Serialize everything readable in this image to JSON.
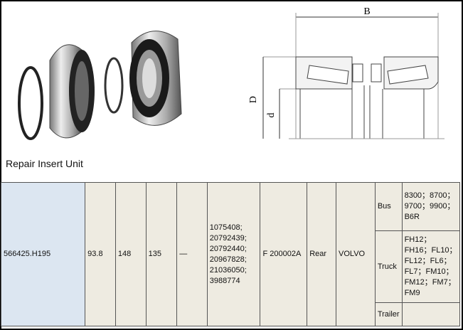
{
  "caption": "Repair Insert Unit",
  "drawing": {
    "label_B": "B",
    "label_D": "D",
    "label_d": "d"
  },
  "row": {
    "part_number": "566425.H195",
    "d": "93.8",
    "D": "148",
    "B": "135",
    "dash": "—",
    "oe_numbers": [
      "1075408;",
      "20792439;",
      "20792440;",
      "20967828;",
      "21036050;",
      "3988774"
    ],
    "cross_ref": "F 200002A",
    "position": "Rear",
    "make": "VOLVO",
    "applications": [
      {
        "type": "Bus",
        "models": "8300；8700；9700；9900；B6R"
      },
      {
        "type": "Truck",
        "models": "FH12；FH16；FL10；FL12；FL6；FL7；FM10；FM12；FM7；FM9"
      },
      {
        "type": "Trailer",
        "models": ""
      }
    ]
  },
  "colors": {
    "part_cell": "#dce6f1",
    "cell": "#eeebe1"
  }
}
